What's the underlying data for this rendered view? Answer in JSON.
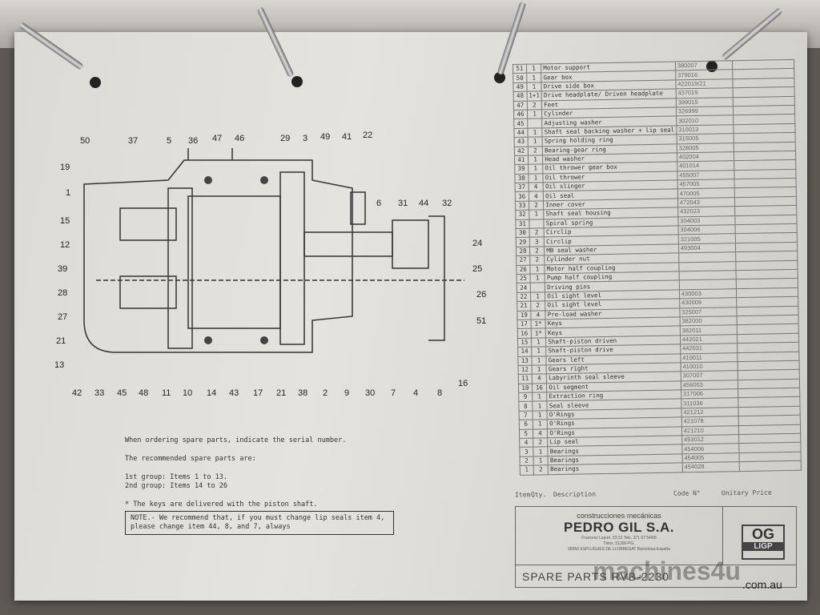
{
  "diagram": {
    "callouts": [
      "50",
      "37",
      "5",
      "36",
      "47",
      "46",
      "29",
      "3",
      "49",
      "41",
      "22",
      "19",
      "1",
      "15",
      "12",
      "39",
      "28",
      "27",
      "21",
      "13",
      "42",
      "33",
      "45",
      "48",
      "11",
      "10",
      "14",
      "43",
      "17",
      "21",
      "38",
      "2",
      "9",
      "30",
      "7",
      "4",
      "8",
      "16",
      "6",
      "31",
      "44",
      "32",
      "24",
      "25",
      "26",
      "51"
    ]
  },
  "notes": {
    "line1": "When ordering spare parts, indicate the serial number.",
    "line2": "The recommended spare parts are:",
    "group1": "1st group: Items 1 to 13.",
    "group2": "2nd group: Items 14 to 26",
    "keys": "*  The keys are delivered with the piston shaft.",
    "note": "NOTE.- We recommend that, if you must change lip seals item 4, please change item 44, 8, and 7, always"
  },
  "parts": [
    [
      "51",
      "1",
      "Motor support",
      "380007"
    ],
    [
      "50",
      "1",
      "Gear box",
      "379016"
    ],
    [
      "49",
      "1",
      "Drive side box",
      "422019/21"
    ],
    [
      "48",
      "1+1",
      "Drive headplate/ Driven headplate",
      "437019"
    ],
    [
      "47",
      "2",
      "Feet",
      "399015"
    ],
    [
      "46",
      "1",
      "Cylinder",
      "326999"
    ],
    [
      "45",
      "",
      "Adjusting washer",
      "302010"
    ],
    [
      "44",
      "1",
      "Shaft seal backing washer + lip seal",
      "310013"
    ],
    [
      "43",
      "1",
      "Spring holding ring",
      "315005"
    ],
    [
      "42",
      "2",
      "Bearing-gear ring",
      "328005"
    ],
    [
      "41",
      "1",
      "Head washer",
      "402004"
    ],
    [
      "39",
      "1",
      "Oil thrower gear box",
      "401014"
    ],
    [
      "38",
      "1",
      "Oil thrower",
      "455007"
    ],
    [
      "37",
      "4",
      "Oil slinger",
      "457005"
    ],
    [
      "36",
      "4",
      "Oil seal",
      "470005"
    ],
    [
      "33",
      "2",
      "Inner cover",
      "472043"
    ],
    [
      "32",
      "1",
      "Shaft seal housing",
      "432023"
    ],
    [
      "31",
      "",
      "Spiral spring",
      "304003"
    ],
    [
      "30",
      "2",
      "Circlip",
      "304006"
    ],
    [
      "29",
      "3",
      "Circlip",
      "321005"
    ],
    [
      "28",
      "2",
      "MB seal washer",
      "493004"
    ],
    [
      "27",
      "2",
      "Cylinder nut",
      ""
    ],
    [
      "26",
      "1",
      "Motor half coupling",
      ""
    ],
    [
      "25",
      "1",
      "Pump half coupling",
      ""
    ],
    [
      "24",
      "",
      "Driving pins",
      ""
    ],
    [
      "22",
      "1",
      "Oil sight level",
      "430003"
    ],
    [
      "21",
      "2",
      "Oil sight level",
      "430009"
    ],
    [
      "19",
      "4",
      "Pre-load washer",
      "325007"
    ],
    [
      "17",
      "1*",
      "Keys",
      "382000"
    ],
    [
      "16",
      "1*",
      "Keys",
      "382011"
    ],
    [
      "15",
      "1",
      "Shaft-piston driven",
      "442021"
    ],
    [
      "14",
      "1",
      "Shaft-piston drive",
      "442031"
    ],
    [
      "13",
      "1",
      "Gears left",
      "410011"
    ],
    [
      "12",
      "1",
      "Gears right",
      "410010"
    ],
    [
      "11",
      "4",
      "Labyrinth seal sleeve",
      "307007"
    ],
    [
      "10",
      "16",
      "Oil segment",
      "456003"
    ],
    [
      "9",
      "1",
      "Extraction ring",
      "317006"
    ],
    [
      "8",
      "1",
      "Seal sleeve",
      "311036"
    ],
    [
      "7",
      "1",
      "O'Rings",
      "421212"
    ],
    [
      "6",
      "1",
      "O'Rings",
      "421078"
    ],
    [
      "5",
      "4",
      "O'Rings",
      "421210"
    ],
    [
      "4",
      "2",
      "Lip seal",
      "453012"
    ],
    [
      "3",
      "1",
      "Bearings",
      "454006"
    ],
    [
      "2",
      "1",
      "Bearings",
      "454005"
    ],
    [
      "1",
      "2",
      "Bearings",
      "454028"
    ]
  ],
  "columns": {
    "item": "Item",
    "qty": "Qty.",
    "description": "Description",
    "code": "Code N°",
    "price": "Unitary Price"
  },
  "titleblock": {
    "subtitle": "construcciones mecánicas",
    "company": "PEDRO GIL S.A.",
    "address1": "Francesc Layret, 23-31   Tels. 371 07 54/58",
    "address2": "Télex. 51300-PG.",
    "address3": "08950 ESPLUGUES DE LLOBREGAT   Barcelona-España",
    "logo_top": "OG",
    "logo_bottom": "LIGP",
    "spare_parts": "SPARE PARTS  RVB-2230"
  },
  "watermark": {
    "text": "machines4u",
    "domain": ".com.au"
  }
}
